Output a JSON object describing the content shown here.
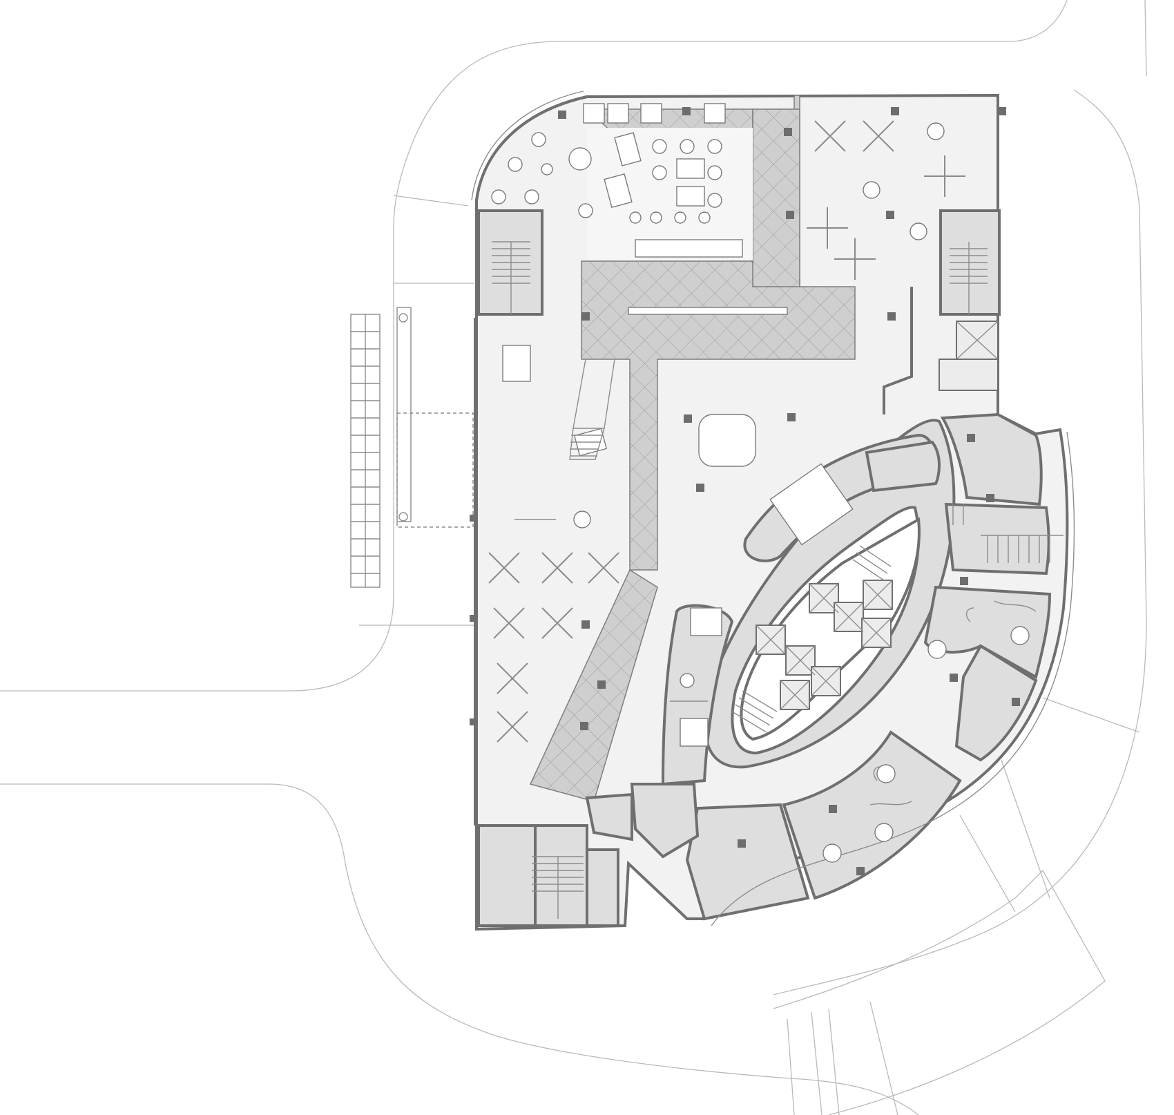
{
  "drawing": {
    "type": "architectural floor plan",
    "colors": {
      "floor": "#f2f2f2",
      "room": "#dedede",
      "wall": "#6f6f6f",
      "column": "#6d6d6d",
      "site_line": "#b9b9b9",
      "tile_hatch": "#cfcfcf"
    },
    "areas": [
      {
        "id": "cafe-seating"
      },
      {
        "id": "central-lobby"
      },
      {
        "id": "west-gallery"
      },
      {
        "id": "northeast-hall"
      },
      {
        "id": "elevator-core"
      },
      {
        "id": "south-offices"
      },
      {
        "id": "east-offices"
      },
      {
        "id": "restrooms"
      }
    ],
    "stairs_count": 5,
    "elevators_count": 8
  }
}
